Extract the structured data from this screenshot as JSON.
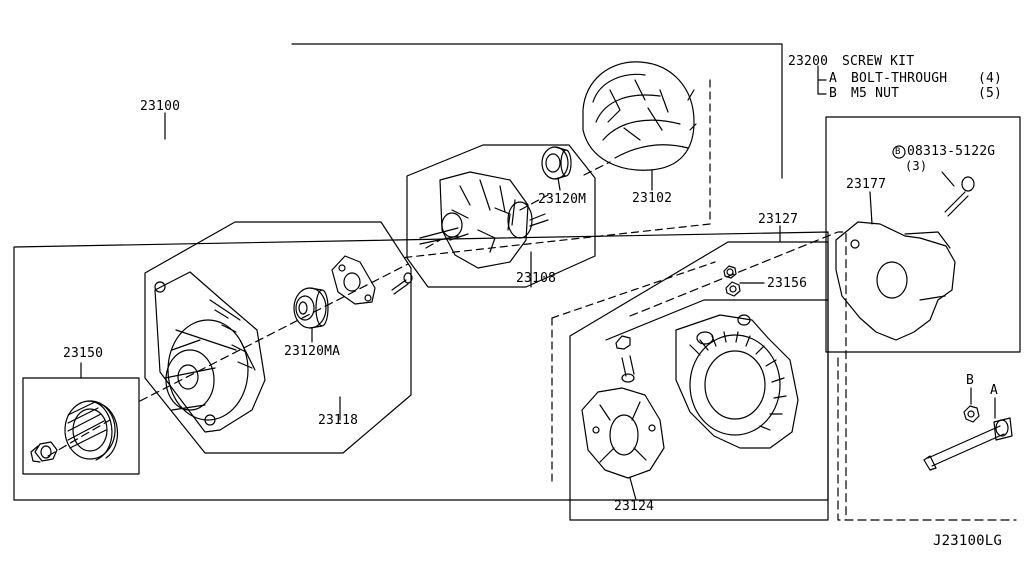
{
  "diagram_code": "J23100LG",
  "screw_kit": {
    "part_number": "23200",
    "title": "SCREW KIT",
    "items": [
      {
        "key": "A",
        "name": "BOLT-THROUGH",
        "qty": "(4)"
      },
      {
        "key": "B",
        "name": "M5 NUT",
        "qty": "(5)"
      }
    ]
  },
  "bolt_callout": {
    "marker": "B",
    "part": "08313-5122G",
    "qty": "(3)"
  },
  "parts": {
    "p23100": "23100",
    "p23102": "23102",
    "p23120M": "23120M",
    "p23108": "23108",
    "p23120MA": "23120MA",
    "p23118": "23118",
    "p23150": "23150",
    "p23127": "23127",
    "p23156": "23156",
    "p23124": "23124",
    "p23177": "23177"
  },
  "hardware_markers": {
    "b": "B",
    "a": "A"
  }
}
